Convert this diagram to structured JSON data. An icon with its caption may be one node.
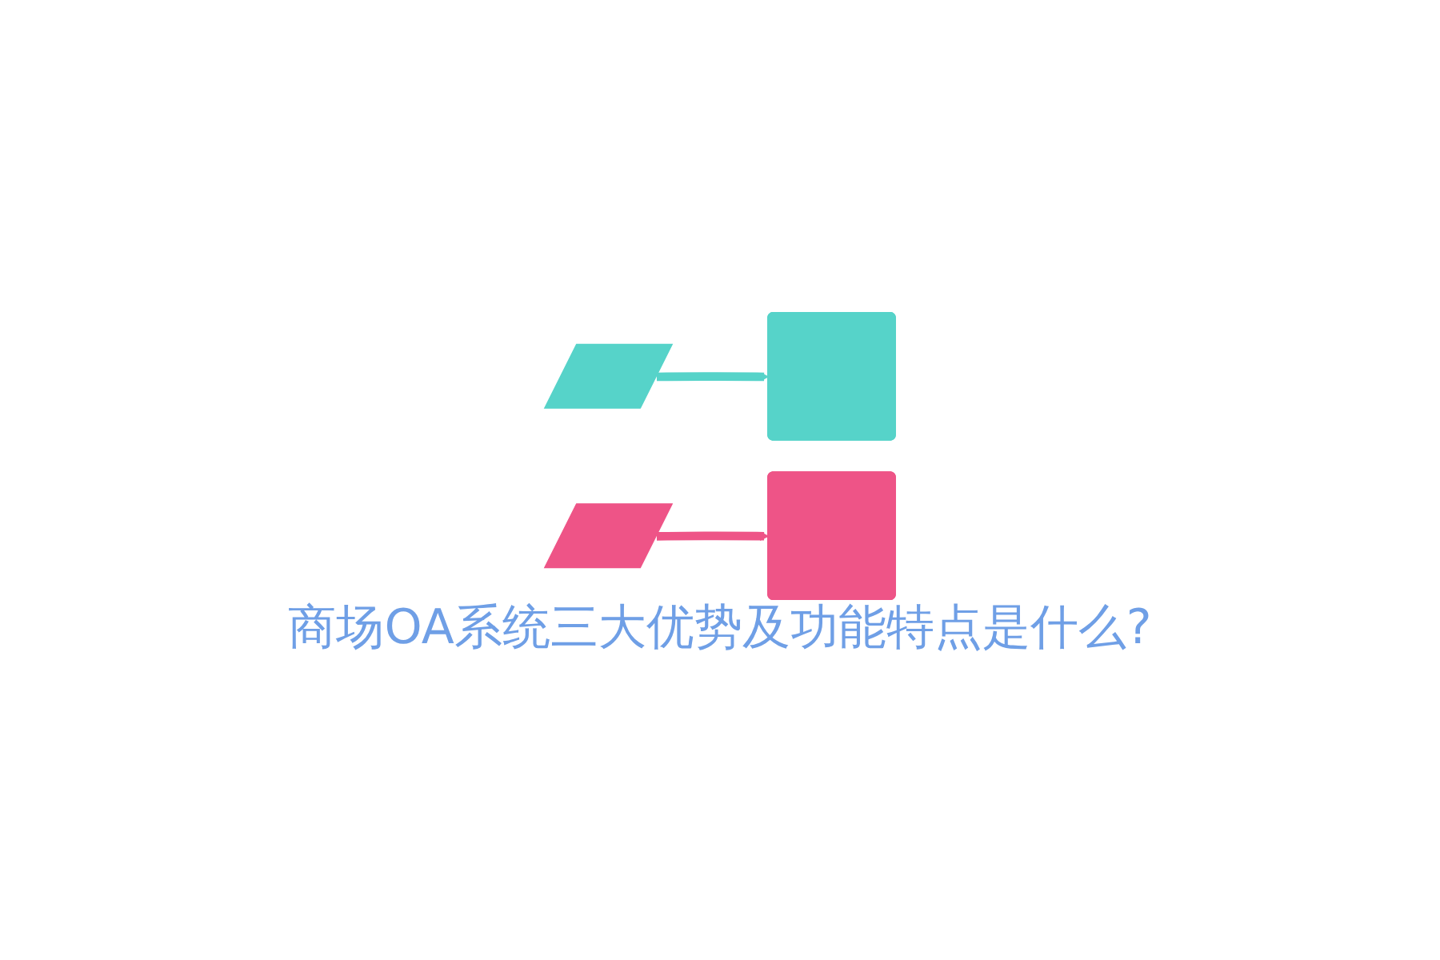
{
  "diagram": {
    "title": "商场OA系统三大优势及功能特点是什么?",
    "nodes": [
      {
        "text": [],
        "shape": "parallelogram"
      },
      {
        "text": [],
        "shape": "box"
      },
      {
        "text": [],
        "shape": "parallelogram"
      },
      {
        "text": [],
        "shape": "box"
      }
    ],
    "edges": [
      {
        "from": 0,
        "to": 1,
        "arrow": "to",
        "color": "#56d3c9"
      },
      {
        "from": 2,
        "to": 3,
        "arrow": "to",
        "color": "#ee5487"
      }
    ]
  }
}
